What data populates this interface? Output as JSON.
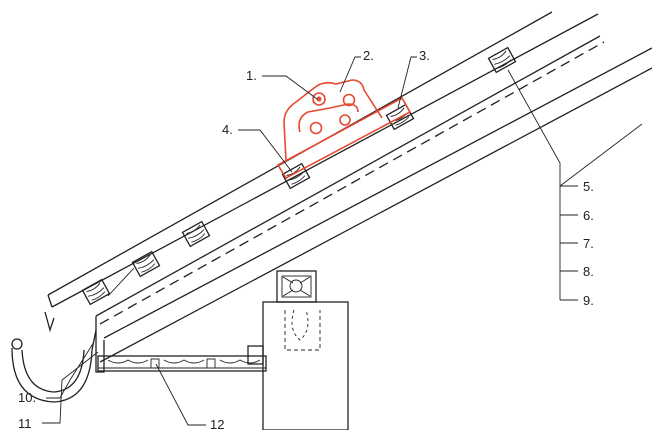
{
  "labels": {
    "l1": "1.",
    "l2": "2.",
    "l3": "3.",
    "l4": "4.",
    "l5": "5.",
    "l6": "6.",
    "l7": "7.",
    "l8": "8.",
    "l9": "9.",
    "l10": "10.",
    "l11": "11",
    "l12": "12"
  },
  "colors": {
    "outline": "#222222",
    "highlight": "#e8482f"
  }
}
